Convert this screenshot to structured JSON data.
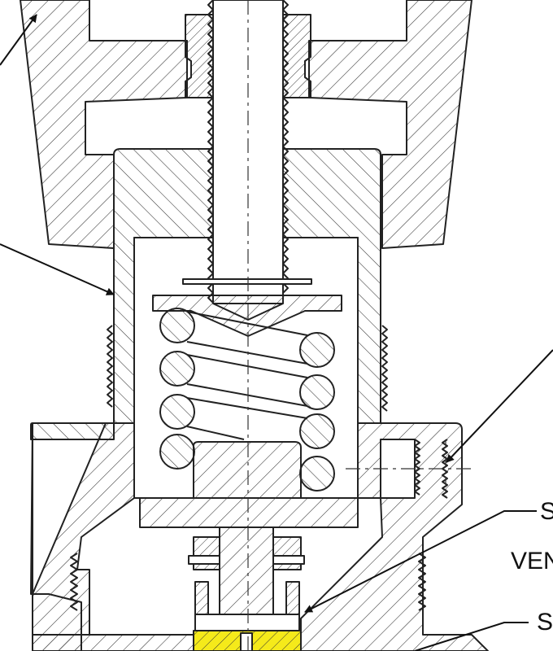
{
  "callouts": {
    "label_s_upper": "S",
    "label_vent": "VEN",
    "label_s_lower": "S"
  },
  "colors": {
    "line": "#222222",
    "hatch": "#333333",
    "highlight": "#f5ea1a",
    "background": "#ffffff"
  }
}
